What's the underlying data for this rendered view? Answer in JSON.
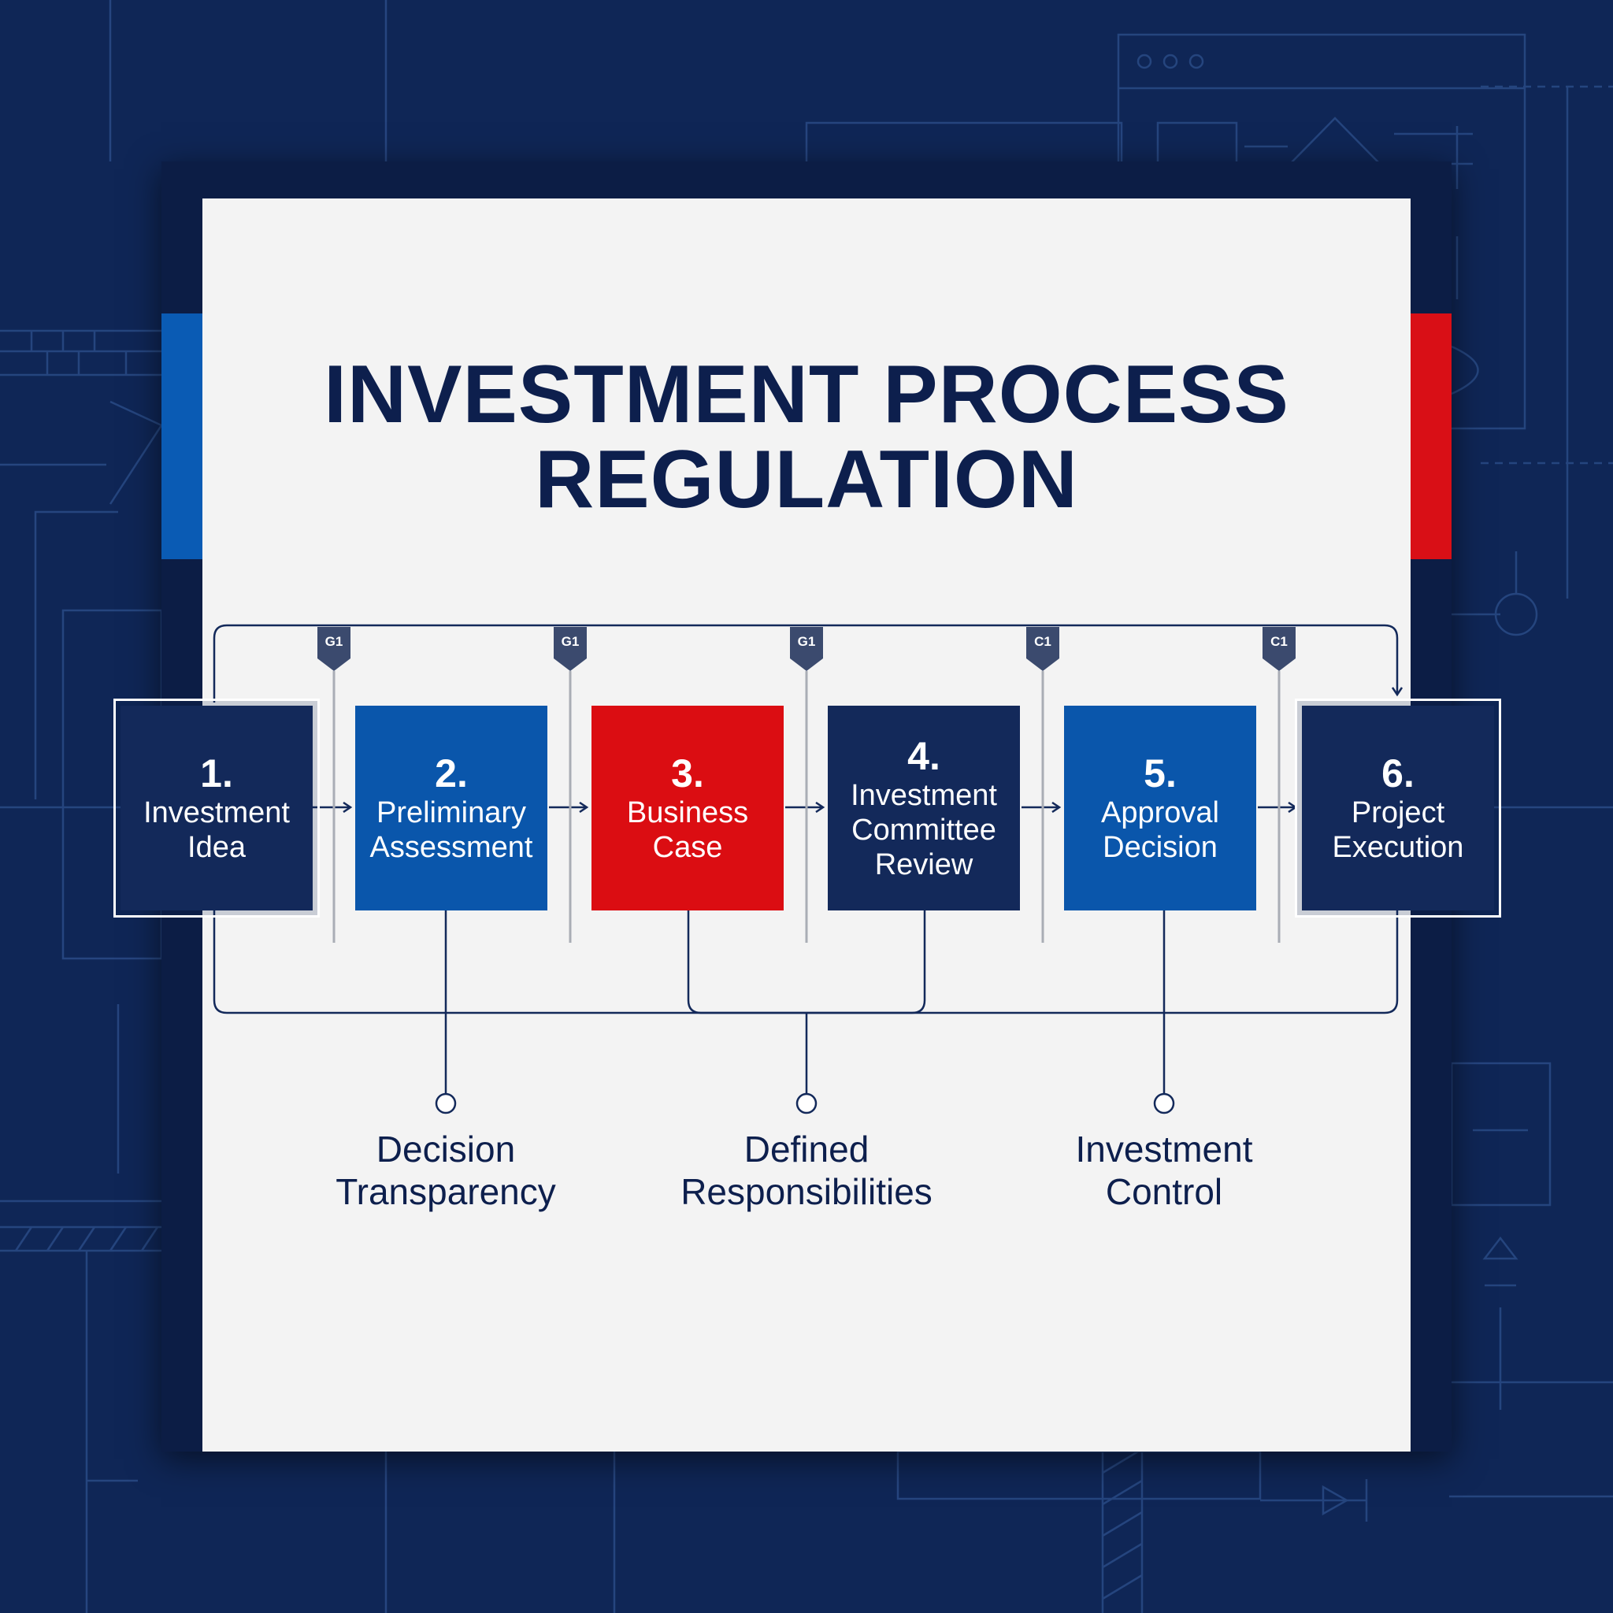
{
  "title": {
    "line1": "INVESTMENT PROCESS",
    "line2": "REGULATION"
  },
  "colors": {
    "navy": "#13295a",
    "blue": "#0a56ab",
    "red": "#db0d12",
    "background": "#0f2656",
    "card": "#f3f3f3"
  },
  "gates": [
    "G1",
    "G1",
    "G1",
    "C1",
    "C1"
  ],
  "steps": [
    {
      "number": "1.",
      "line1": "Investment",
      "line2": "Idea",
      "color": "navy"
    },
    {
      "number": "2.",
      "line1": "Preliminary",
      "line2": "Assessment",
      "color": "blue"
    },
    {
      "number": "3.",
      "line1": "Business",
      "line2": "Case",
      "color": "red"
    },
    {
      "number": "4.",
      "line1": "Investment",
      "line2": "Committee",
      "line3": "Review",
      "color": "navy"
    },
    {
      "number": "5.",
      "line1": "Approval",
      "line2": "Decision",
      "color": "blue"
    },
    {
      "number": "6.",
      "line1": "Project",
      "line2": "Execution",
      "color": "navy"
    }
  ],
  "benefits": [
    {
      "line1": "Decision",
      "line2": "Transparency"
    },
    {
      "line1": "Defined",
      "line2": "Responsibilities"
    },
    {
      "line1": "Investment",
      "line2": "Control"
    }
  ]
}
